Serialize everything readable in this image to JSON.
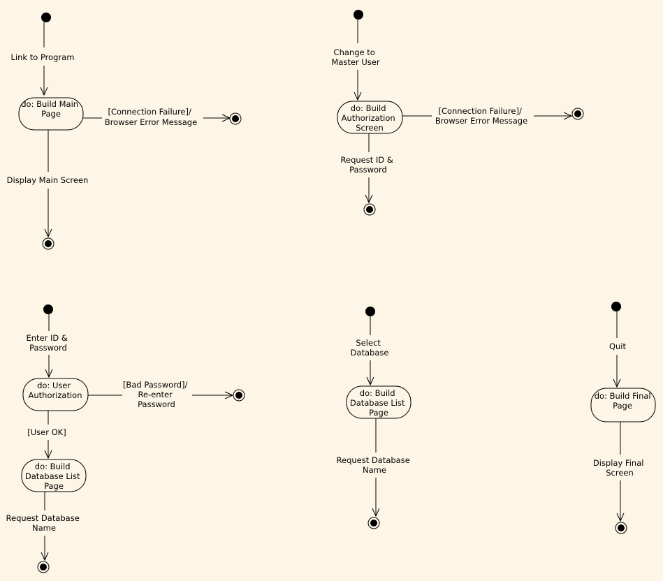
{
  "colors": {
    "background": "#fdf6e6",
    "ink": "#000000"
  },
  "diagrams": [
    {
      "transitions": [
        {
          "label": [
            "Link to Program"
          ]
        },
        {
          "label": [
            "[Connection Failure]/",
            "Browser Error Message"
          ]
        },
        {
          "label": [
            "Display Main Screen"
          ]
        }
      ],
      "states": [
        {
          "label": [
            "do: Build Main",
            "Page"
          ]
        }
      ]
    },
    {
      "transitions": [
        {
          "label": [
            "Change to",
            "Master User"
          ]
        },
        {
          "label": [
            "[Connection Failure]/",
            "Browser Error Message"
          ]
        },
        {
          "label": [
            "Request ID &",
            "Password"
          ]
        }
      ],
      "states": [
        {
          "label": [
            "do:  Build",
            "Authorization",
            "Screen"
          ]
        }
      ]
    },
    {
      "transitions": [
        {
          "label": [
            "Enter ID &",
            "Password"
          ]
        },
        {
          "label": [
            "[Bad Password]/",
            "Re-enter",
            "Password"
          ]
        },
        {
          "label": [
            "[User OK]"
          ]
        },
        {
          "label": [
            "Request Database",
            "Name"
          ]
        }
      ],
      "states": [
        {
          "label": [
            "do:  User",
            "Authorization"
          ]
        },
        {
          "label": [
            "do:  Build",
            "Database List",
            "Page"
          ]
        }
      ]
    },
    {
      "transitions": [
        {
          "label": [
            "Select",
            "Database"
          ]
        },
        {
          "label": [
            "Request Database",
            "Name"
          ]
        }
      ],
      "states": [
        {
          "label": [
            "do:  Build",
            "Database List",
            "Page"
          ]
        }
      ]
    },
    {
      "transitions": [
        {
          "label": [
            "Quit"
          ]
        },
        {
          "label": [
            "Display Final",
            "Screen"
          ]
        }
      ],
      "states": [
        {
          "label": [
            "do:  Build Final",
            "Page"
          ]
        }
      ]
    }
  ]
}
